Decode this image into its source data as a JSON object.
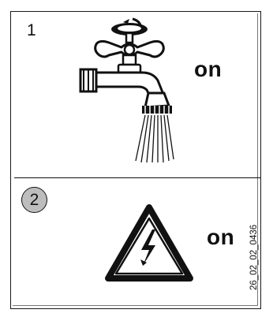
{
  "step1": {
    "number": "1",
    "label": "on",
    "icon": "water-tap-icon"
  },
  "step2": {
    "number": "2",
    "label": "on",
    "icon": "electric-hazard-icon"
  },
  "document_code": "26_02_02_0436",
  "colors": {
    "ink": "#111111",
    "badge_fill": "#bdbdbd",
    "background": "#ffffff"
  }
}
